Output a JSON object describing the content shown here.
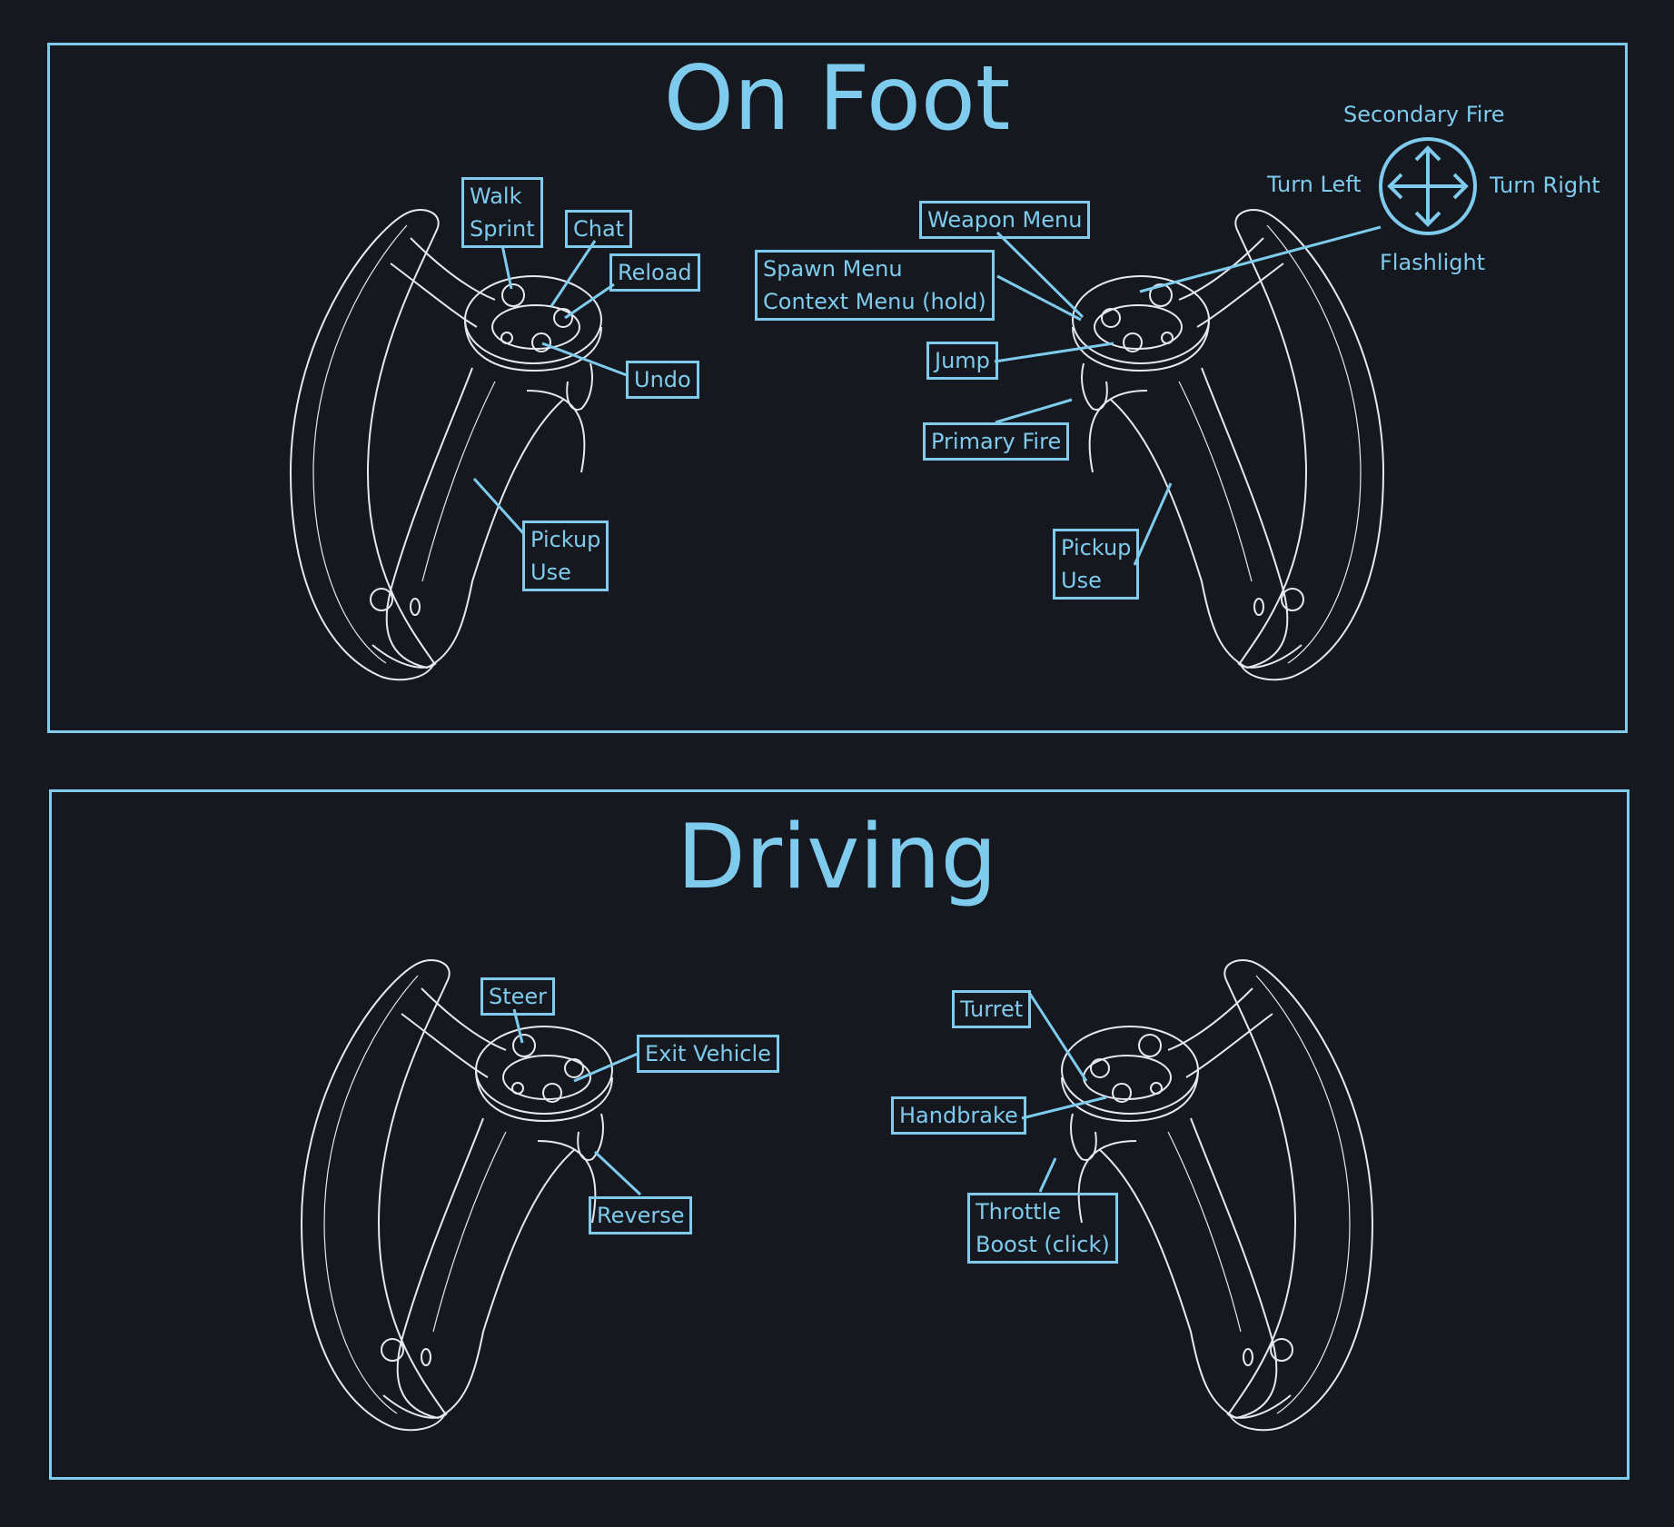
{
  "sections": {
    "on_foot": {
      "title": "On Foot",
      "left": {
        "walk": [
          "Walk",
          "Sprint"
        ],
        "chat": "Chat",
        "reload": "Reload",
        "undo": "Undo",
        "grip": [
          "Pickup",
          "Use"
        ]
      },
      "right": {
        "weapon_menu": "Weapon Menu",
        "spawn": [
          "Spawn Menu",
          "Context Menu (hold)"
        ],
        "jump": "Jump",
        "trigger": "Primary Fire",
        "grip": [
          "Pickup",
          "Use"
        ],
        "dpad": {
          "up": "Secondary Fire",
          "left": "Turn Left",
          "right": "Turn Right",
          "down": "Flashlight"
        }
      }
    },
    "driving": {
      "title": "Driving",
      "left": {
        "steer": "Steer",
        "exit": "Exit Vehicle",
        "reverse": "Reverse"
      },
      "right": {
        "turret": "Turret",
        "handbrake": "Handbrake",
        "throttle": [
          "Throttle",
          "Boost (click)"
        ]
      }
    }
  },
  "colors": {
    "accent": "#7ecbee",
    "background": "#15181f",
    "outline": "#e6e9ef"
  }
}
